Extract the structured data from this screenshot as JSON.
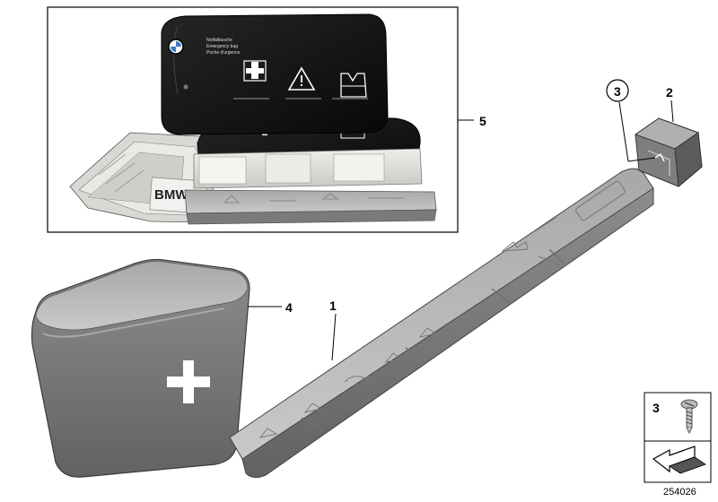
{
  "callouts": {
    "item_1": "1",
    "item_2": "2",
    "item_3": "3",
    "item_4": "4",
    "item_5": "5"
  },
  "legend_box": {
    "screw_number": "3"
  },
  "reference_number": "254026",
  "bag": {
    "brand_text": "BMW",
    "label_line_1": "Notfalltasche",
    "label_line_2": "Emergency bag",
    "label_line_3": "Poche d'urgence"
  },
  "colors": {
    "line": "#000000",
    "case_gray": "#8a8a8a",
    "bag_black": "#141414",
    "white": "#ffffff"
  },
  "icons": [
    "first-aid-cross-icon",
    "warning-triangle-icon",
    "safety-vest-icon",
    "bmw-logo-icon",
    "screw-icon",
    "arrow-clip-icon"
  ]
}
